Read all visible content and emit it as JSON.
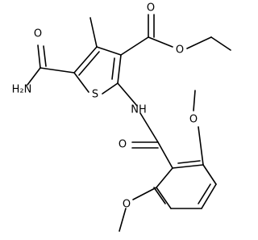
{
  "diagram": {
    "type": "chemical-structure",
    "labels": {
      "carbonyl_o_amide": "O",
      "amide_nh2": "H₂N",
      "ring_sulfur": "S",
      "ester_carbonyl_o": "O",
      "ester_o": "O",
      "amide_nh": "NH",
      "benzamide_o": "O",
      "methoxy_top_o": "O",
      "methoxy_bottom_o": "O"
    }
  }
}
